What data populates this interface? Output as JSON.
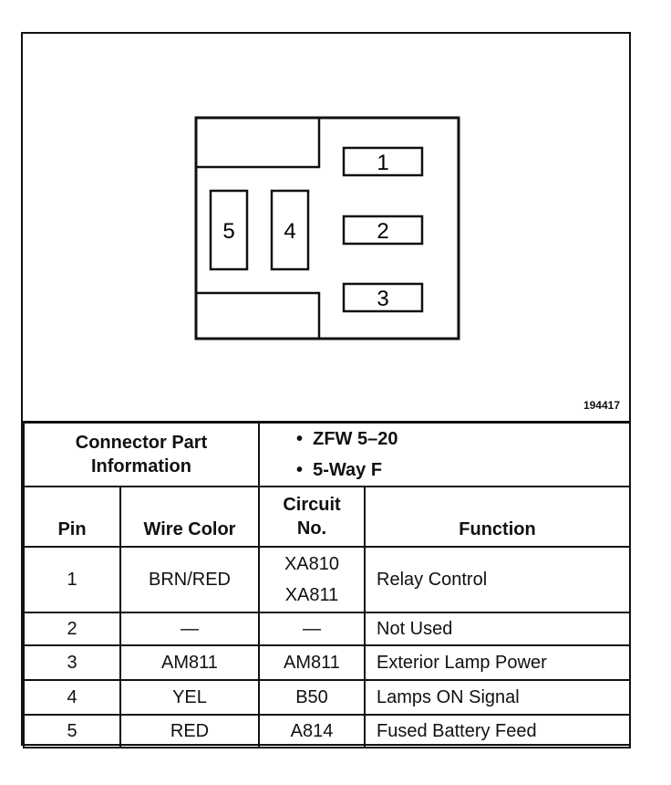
{
  "figure_id": "194417",
  "connector": {
    "pins": [
      "1",
      "2",
      "3",
      "4",
      "5"
    ]
  },
  "part_info": {
    "label_line1": "Connector Part",
    "label_line2": "Information",
    "bullets": [
      "ZFW 5–20",
      "5-Way F"
    ]
  },
  "table": {
    "headers": {
      "pin": "Pin",
      "wire_color": "Wire Color",
      "circuit_line1": "Circuit",
      "circuit_line2": "No.",
      "function": "Function"
    },
    "rows": [
      {
        "pin": "1",
        "wire_color": "BRN/RED",
        "circuit1": "XA810",
        "circuit2": "XA811",
        "function": "Relay Control"
      },
      {
        "pin": "2",
        "wire_color": "—",
        "circuit1": "—",
        "function": "Not Used"
      },
      {
        "pin": "3",
        "wire_color": "AM811",
        "circuit1": "AM811",
        "function": "Exterior Lamp Power"
      },
      {
        "pin": "4",
        "wire_color": "YEL",
        "circuit1": "B50",
        "function": "Lamps ON Signal"
      },
      {
        "pin": "5",
        "wire_color": "RED",
        "circuit1": "A814",
        "function": "Fused Battery Feed"
      }
    ]
  }
}
